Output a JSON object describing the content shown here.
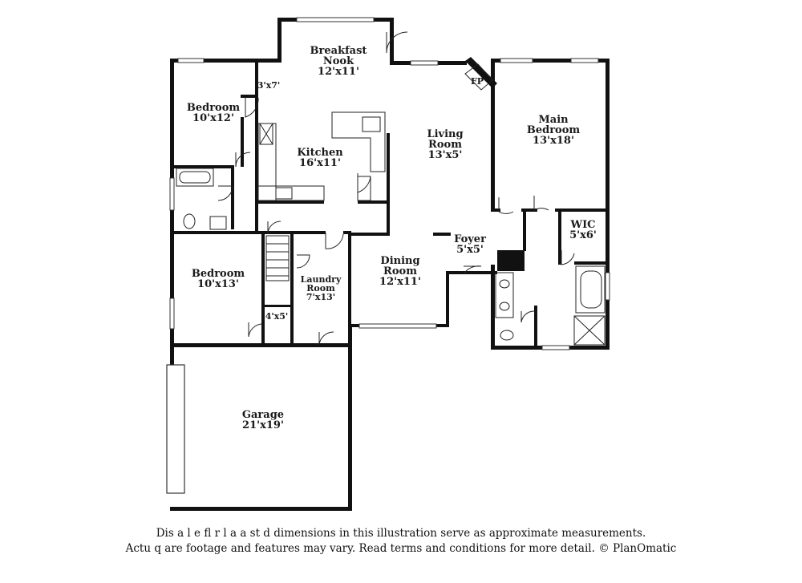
{
  "rooms": {
    "breakfast_nook": {
      "name_line1": "Breakfast",
      "name_line2": "Nook",
      "size": "12'x11'"
    },
    "closet_3x7": {
      "size": "3'x7'"
    },
    "bedroom_top": {
      "name": "Bedroom",
      "size": "10'x12'"
    },
    "kitchen": {
      "name": "Kitchen",
      "size": "16'x11'"
    },
    "living_room": {
      "name_line1": "Living",
      "name_line2": "Room",
      "size": "13'x5'"
    },
    "fireplace": {
      "label": "FP"
    },
    "main_bedroom": {
      "name_line1": "Main",
      "name_line2": "Bedroom",
      "size": "13'x18'"
    },
    "wic": {
      "name": "WIC",
      "size": "5'x6'"
    },
    "foyer": {
      "name": "Foyer",
      "size": "5'x5'"
    },
    "bedroom_lower": {
      "name": "Bedroom",
      "size": "10'x13'"
    },
    "laundry_room": {
      "name_line1": "Laundry",
      "name_line2": "Room",
      "size": "7'x13'"
    },
    "dining_room": {
      "name_line1": "Dining",
      "name_line2": "Room",
      "size": "12'x11'"
    },
    "closet_4x5": {
      "size": "4'x5'"
    },
    "garage": {
      "name": "Garage",
      "size": "21'x19'"
    }
  },
  "disclaimer": {
    "line1": "Dis  a        l  e fl  r  l  a   a  st  d dimensions in this illustration serve as approximate measurements.",
    "line2": "Actu    q  are footage and features may vary. Read terms and conditions for more detail. © PlanOmatic"
  }
}
